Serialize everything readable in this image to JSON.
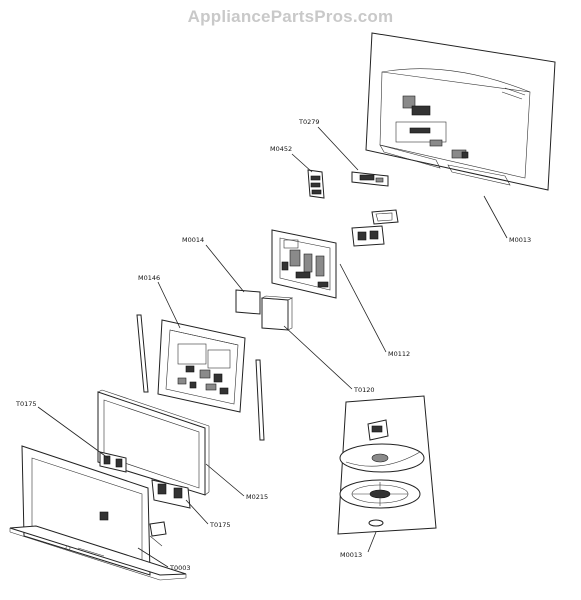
{
  "watermark": "AppliancePartsPros.com",
  "labels": {
    "t0279": "T0279",
    "m0452": "M0452",
    "m0013_top": "M0013",
    "m0014": "M0014",
    "m0146": "M0146",
    "m0112": "M0112",
    "t0120": "T0120",
    "t0175_left": "T0175",
    "m0215": "M0215",
    "t0175_right": "T0175",
    "t0003": "T0003",
    "m0013_bottom": "M0013"
  }
}
